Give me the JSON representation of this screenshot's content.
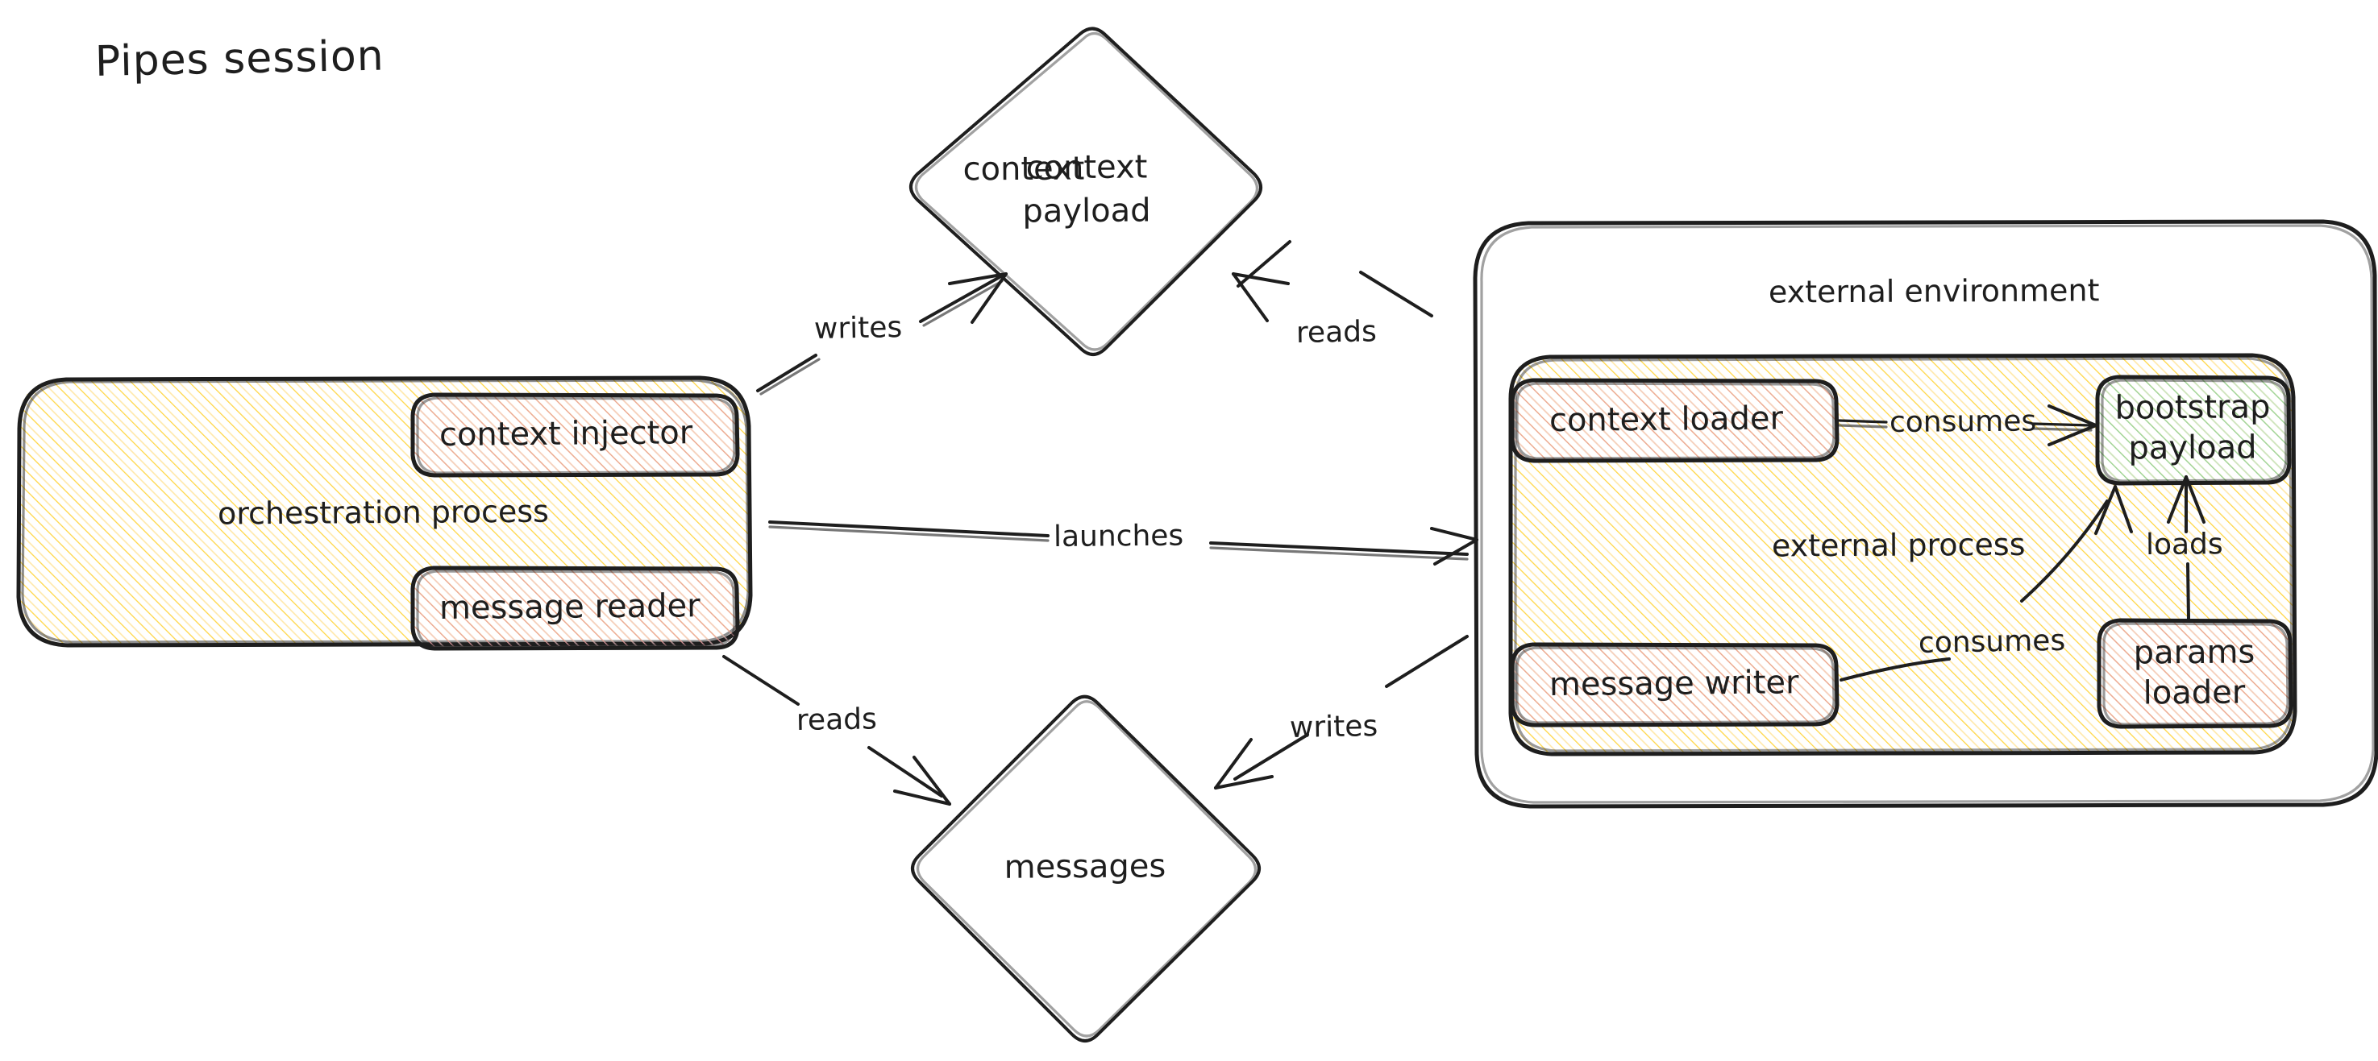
{
  "title": "Pipes session",
  "colors": {
    "stroke": "#1e1e1e",
    "yellow_fill": "#ffd43b",
    "red_fill": "#e03131",
    "green_fill": "#2f9e44",
    "background": "#ffffff"
  },
  "nodes": {
    "orchestration_process": {
      "label": "orchestration process",
      "fill_style": "hachure",
      "fill_color": "yellow",
      "children": [
        {
          "id": "context_injector",
          "label": "context injector",
          "fill_color": "red"
        },
        {
          "id": "message_reader",
          "label": "message reader",
          "fill_color": "red"
        }
      ]
    },
    "context_payload": {
      "label": "context payload",
      "shape": "diamond",
      "fill_color": "transparent"
    },
    "messages": {
      "label": "messages",
      "shape": "diamond",
      "fill_color": "transparent"
    },
    "external_environment": {
      "label": "external environment",
      "fill_color": "transparent",
      "children": [
        {
          "id": "external_process",
          "label": "external process",
          "fill_color": "yellow",
          "children": [
            {
              "id": "context_loader",
              "label": "context loader",
              "fill_color": "red"
            },
            {
              "id": "bootstrap_payload",
              "label_line1": "bootstrap",
              "label_line2": "payload",
              "fill_color": "green"
            },
            {
              "id": "message_writer",
              "label": "message writer",
              "fill_color": "red"
            },
            {
              "id": "params_loader",
              "label_line1": "params",
              "label_line2": "loader",
              "fill_color": "red"
            }
          ]
        }
      ]
    }
  },
  "edges": [
    {
      "id": "edge-writes-context-payload",
      "label": "writes",
      "from": "orchestration_process",
      "to": "context_payload"
    },
    {
      "id": "edge-reads-context-payload",
      "label": "reads",
      "from": "external_environment",
      "to": "context_payload"
    },
    {
      "id": "edge-launches",
      "label": "launches",
      "from": "orchestration_process",
      "to": "external_environment"
    },
    {
      "id": "edge-reads-messages",
      "label": "reads",
      "from": "orchestration_process",
      "to": "messages"
    },
    {
      "id": "edge-writes-messages",
      "label": "writes",
      "from": "external_environment",
      "to": "messages"
    },
    {
      "id": "edge-consumes-bootstrap",
      "label": "consumes",
      "from": "context_loader",
      "to": "bootstrap_payload"
    },
    {
      "id": "edge-loads-bootstrap",
      "label": "loads",
      "from": "params_loader",
      "to": "bootstrap_payload"
    },
    {
      "id": "edge-consumes-message-writer",
      "label": "consumes",
      "from": "message_writer",
      "to": "bootstrap_payload"
    }
  ]
}
